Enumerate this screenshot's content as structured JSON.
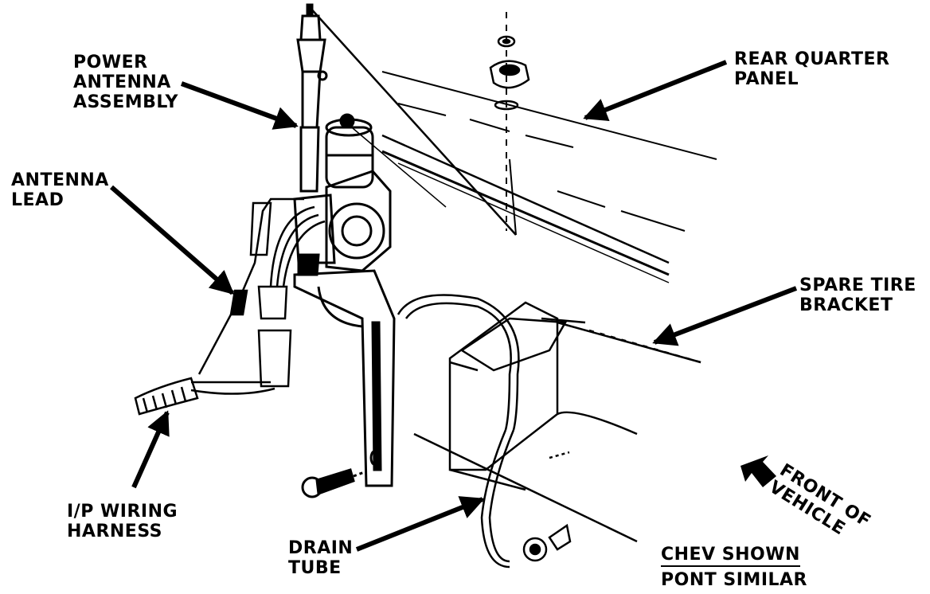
{
  "labels": {
    "power_antenna": [
      "POWER",
      "ANTENNA",
      "ASSEMBLY"
    ],
    "antenna_lead": [
      "ANTENNA",
      "LEAD"
    ],
    "ip_wiring": [
      "I/P WIRING",
      "HARNESS"
    ],
    "drain_tube": [
      "DRAIN",
      "TUBE"
    ],
    "rear_quarter": [
      "REAR QUARTER",
      "PANEL"
    ],
    "spare_tire": [
      "SPARE TIRE",
      "BRACKET"
    ],
    "front_of_vehicle": [
      "FRONT OF",
      "VEHICLE"
    ],
    "chev_shown": "CHEV SHOWN",
    "pont_similar": "PONT SIMILAR"
  },
  "colors": {
    "ink": "#000000",
    "paper": "#ffffff"
  },
  "icons": [
    "leader-arrow",
    "front-direction-arrow"
  ]
}
